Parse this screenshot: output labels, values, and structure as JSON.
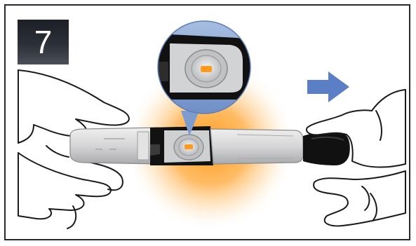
{
  "step": {
    "number": "7"
  },
  "colors": {
    "glow": "#ff9a1a",
    "arrow": "#5b7fc4",
    "magnifier_bg": "#8eaad6",
    "device_body": "#d9d9da",
    "device_cap": "#111111",
    "indicator": "#ff9a1a",
    "frame_border": "#2a2a2a"
  },
  "icons": {
    "pull_direction": "arrow-right-icon",
    "lancet_device": "lancing-device-illustration",
    "magnifier": "magnifier-callout",
    "left_hand": "hand-holding-icon",
    "right_hand": "hand-pulling-icon"
  }
}
